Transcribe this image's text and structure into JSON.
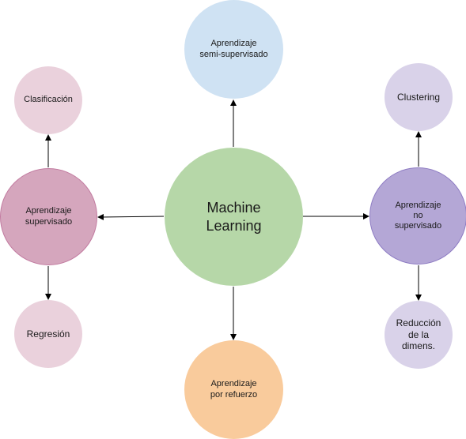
{
  "nodes": {
    "center": {
      "label": "Machine\nLearning",
      "color": "#b6d7a8"
    },
    "semi_supervisado": {
      "label": "Aprendizaje\nsemi-supervisado",
      "color": "#cfe2f3"
    },
    "refuerzo": {
      "label": "Aprendizaje\npor refuerzo",
      "color": "#f9cb9c"
    },
    "supervisado": {
      "label": "Aprendizaje\nsupervisado",
      "color": "#d5a6bd"
    },
    "no_supervisado": {
      "label": "Aprendizaje\nno\nsupervisado",
      "color": "#b4a7d6"
    },
    "clasificacion": {
      "label": "Clasificación",
      "color": "#ead1dc"
    },
    "regresion": {
      "label": "Regresión",
      "color": "#ead1dc"
    },
    "clustering": {
      "label": "Clustering",
      "color": "#d9d2e9"
    },
    "reduccion": {
      "label": "Reducción\nde la\ndimens.",
      "color": "#d9d2e9"
    }
  },
  "edges": [
    {
      "from": "center",
      "to": "semi_supervisado"
    },
    {
      "from": "center",
      "to": "refuerzo"
    },
    {
      "from": "center",
      "to": "supervisado"
    },
    {
      "from": "center",
      "to": "no_supervisado"
    },
    {
      "from": "supervisado",
      "to": "clasificacion"
    },
    {
      "from": "supervisado",
      "to": "regresion"
    },
    {
      "from": "no_supervisado",
      "to": "clustering"
    },
    {
      "from": "no_supervisado",
      "to": "reduccion"
    }
  ]
}
